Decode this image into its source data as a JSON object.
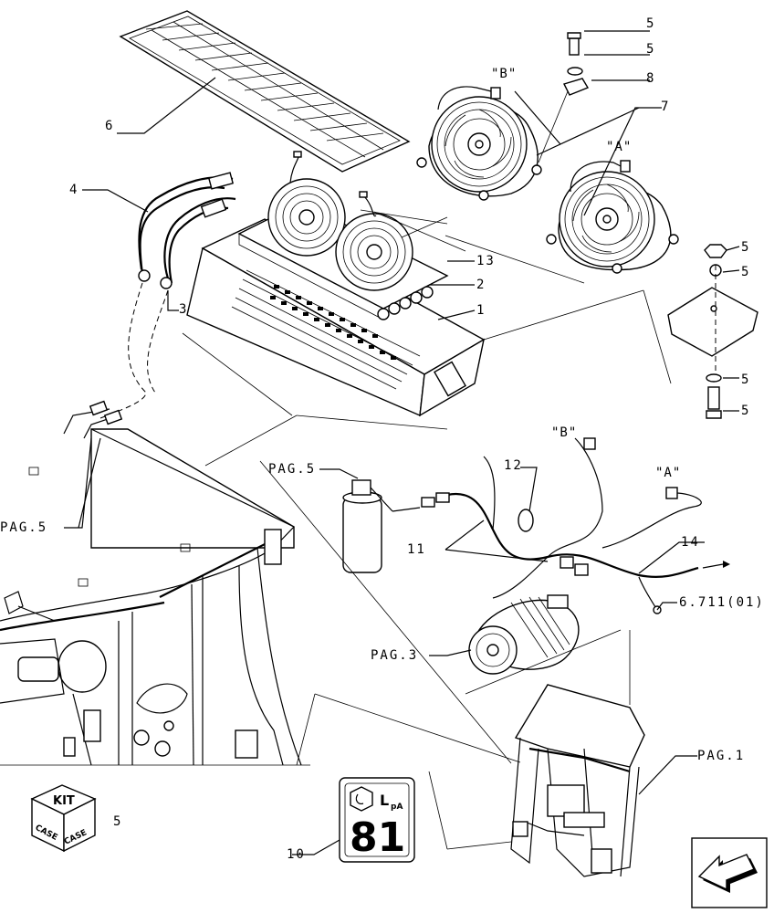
{
  "callouts": {
    "c1": "1",
    "c2": "2",
    "c3": "3",
    "c4": "4",
    "c5a": "5",
    "c5b": "5",
    "c5c": "5",
    "c5d": "5",
    "c5e": "5",
    "c5f": "5",
    "c5kit": "5",
    "c6": "6",
    "c7": "7",
    "c8": "8",
    "c10": "10",
    "c11": "11",
    "c12": "12",
    "c13": "13",
    "c14": "14"
  },
  "views": {
    "fan_b": "\"B\"",
    "fan_a": "\"A\"",
    "plug_b": "\"B\"",
    "plug_a": "\"A\""
  },
  "page_refs": {
    "pag5_left": "PAG.5",
    "pag5_top": "PAG.5",
    "pag3": "PAG.3",
    "pag1": "PAG.1",
    "ref_6711": "6.711(01)"
  },
  "kit_label": {
    "top": "KIT",
    "side_left": "CASE",
    "side_right": "CASE"
  },
  "noise_label": {
    "unit_main": "L",
    "unit_sub": "pA",
    "value": "81"
  }
}
